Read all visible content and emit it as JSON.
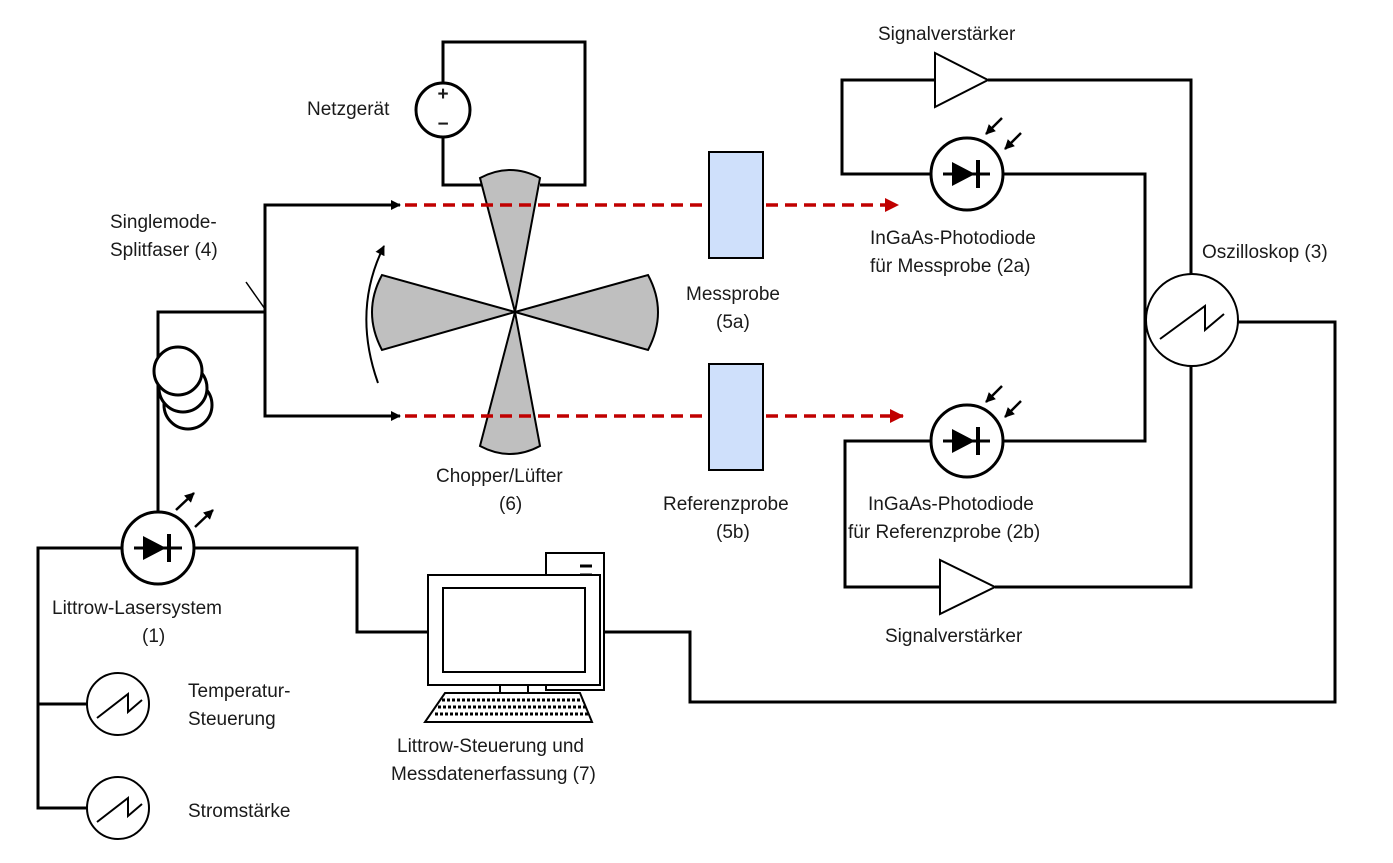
{
  "labels": {
    "netzgeraet": "Netzgerät",
    "singlemode_1": "Singlemode-",
    "singlemode_2": "Splitfaser (4)",
    "messprobe_1": "Messprobe",
    "messprobe_2": "(5a)",
    "referenzprobe_1": "Referenzprobe",
    "referenzprobe_2": "(5b)",
    "chopper_1": "Chopper/Lüfter",
    "chopper_2": "(6)",
    "signal_top": "Signalverstärker",
    "signal_bottom": "Signalverstärker",
    "pd_a_1": "InGaAs-Photodiode",
    "pd_a_2": "für Messprobe (2a)",
    "pd_b_1": "InGaAs-Photodiode",
    "pd_b_2": "für Referenzprobe (2b)",
    "oszilloskop": "Oszilloskop (3)",
    "laser_1": "Littrow-Lasersystem",
    "laser_2": "(1)",
    "temp_1": "Temperatur-",
    "temp_2": "Steuerung",
    "strom": "Stromstärke",
    "pc_1": "Littrow-Steuerung und",
    "pc_2": "Messdatenerfassung (7)"
  },
  "symbols": {
    "power_plus": "+",
    "power_minus": "−"
  },
  "colors": {
    "beam": "#c00000",
    "sample_fill": "#cfe0fb",
    "chopper_fill": "#bfbfbf"
  }
}
